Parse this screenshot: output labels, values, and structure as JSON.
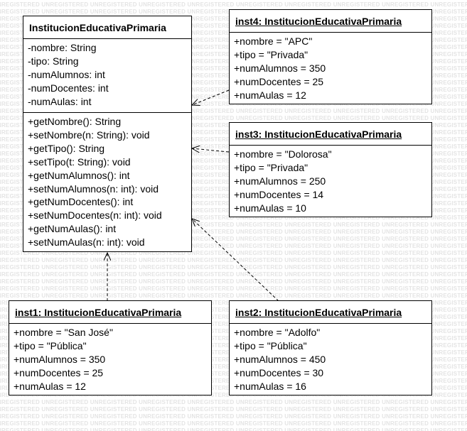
{
  "watermark_text": "UNREGISTERED",
  "colors": {
    "border": "#000000",
    "background": "#ffffff",
    "watermark": "#e4e4e4"
  },
  "class_box": {
    "title": "InstitucionEducativaPrimaria",
    "attributes": [
      "-nombre: String",
      "-tipo: String",
      "-numAlumnos: int",
      "-numDocentes: int",
      "-numAulas: int"
    ],
    "methods": [
      "+getNombre(): String",
      "+setNombre(n: String): void",
      "+getTipo(): String",
      "+setTipo(t: String): void",
      "+getNumAlumnos(): int",
      "+setNumAlumnos(n: int): void",
      "+getNumDocentes(): int",
      "+setNumDocentes(n: int): void",
      "+getNumAulas(): int",
      "+setNumAulas(n: int): void"
    ]
  },
  "instances": {
    "inst4": {
      "title": "inst4: InstitucionEducativaPrimaria",
      "slots": [
        "+nombre = \"APC\"",
        "+tipo = \"Privada\"",
        "+numAlumnos = 350",
        "+numDocentes = 25",
        "+numAulas = 12"
      ]
    },
    "inst3": {
      "title": "inst3: InstitucionEducativaPrimaria",
      "slots": [
        "+nombre = \"Dolorosa\"",
        "+tipo = \"Privada\"",
        "+numAlumnos = 250",
        "+numDocentes = 14",
        "+numAulas = 10"
      ]
    },
    "inst1": {
      "title": "inst1: InstitucionEducativaPrimaria",
      "slots": [
        "+nombre = \"San José\"",
        "+tipo = \"Pública\"",
        "+numAlumnos = 350",
        "+numDocentes = 25",
        "+numAulas = 12"
      ]
    },
    "inst2": {
      "title": "inst2: InstitucionEducativaPrimaria",
      "slots": [
        "+nombre = \"Adolfo\"",
        "+tipo = \"Pública\"",
        "+numAlumnos = 450",
        "+numDocentes = 30",
        "+numAulas = 16"
      ]
    }
  }
}
